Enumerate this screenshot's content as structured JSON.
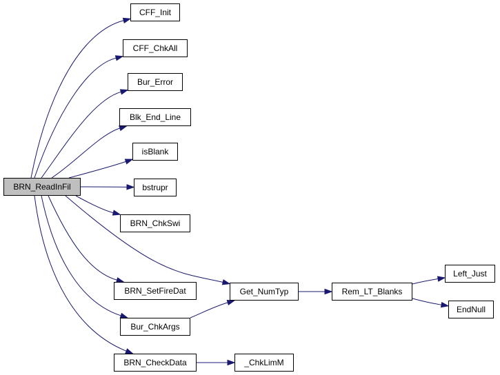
{
  "colors": {
    "edge": "#191970",
    "node_border": "#000000",
    "node_fill": "#ffffff",
    "root_fill": "#bfbfbf"
  },
  "nodes": {
    "brn_readinfil": "BRN_ReadInFil",
    "cff_init": "CFF_Init",
    "cff_chkall": "CFF_ChkAll",
    "bur_error": "Bur_Error",
    "blk_end_line": "Blk_End_Line",
    "isblank": "isBlank",
    "bstrupr": "bstrupr",
    "brn_chkswi": "BRN_ChkSwi",
    "brn_setfiredat": "BRN_SetFireDat",
    "bur_chkargs": "Bur_ChkArgs",
    "brn_checkdata": "BRN_CheckData",
    "get_numtyp": "Get_NumTyp",
    "rem_lt_blanks": "Rem_LT_Blanks",
    "left_just": "Left_Just",
    "endnull": "EndNull",
    "chklimm": "_ChkLimM"
  },
  "edges": [
    [
      "brn_readinfil",
      "cff_init"
    ],
    [
      "brn_readinfil",
      "cff_chkall"
    ],
    [
      "brn_readinfil",
      "bur_error"
    ],
    [
      "brn_readinfil",
      "blk_end_line"
    ],
    [
      "brn_readinfil",
      "isblank"
    ],
    [
      "brn_readinfil",
      "bstrupr"
    ],
    [
      "brn_readinfil",
      "brn_chkswi"
    ],
    [
      "brn_readinfil",
      "get_numtyp"
    ],
    [
      "brn_readinfil",
      "brn_setfiredat"
    ],
    [
      "brn_readinfil",
      "bur_chkargs"
    ],
    [
      "brn_readinfil",
      "brn_checkdata"
    ],
    [
      "bur_chkargs",
      "get_numtyp"
    ],
    [
      "get_numtyp",
      "rem_lt_blanks"
    ],
    [
      "rem_lt_blanks",
      "left_just"
    ],
    [
      "rem_lt_blanks",
      "endnull"
    ],
    [
      "brn_checkdata",
      "chklimm"
    ]
  ]
}
